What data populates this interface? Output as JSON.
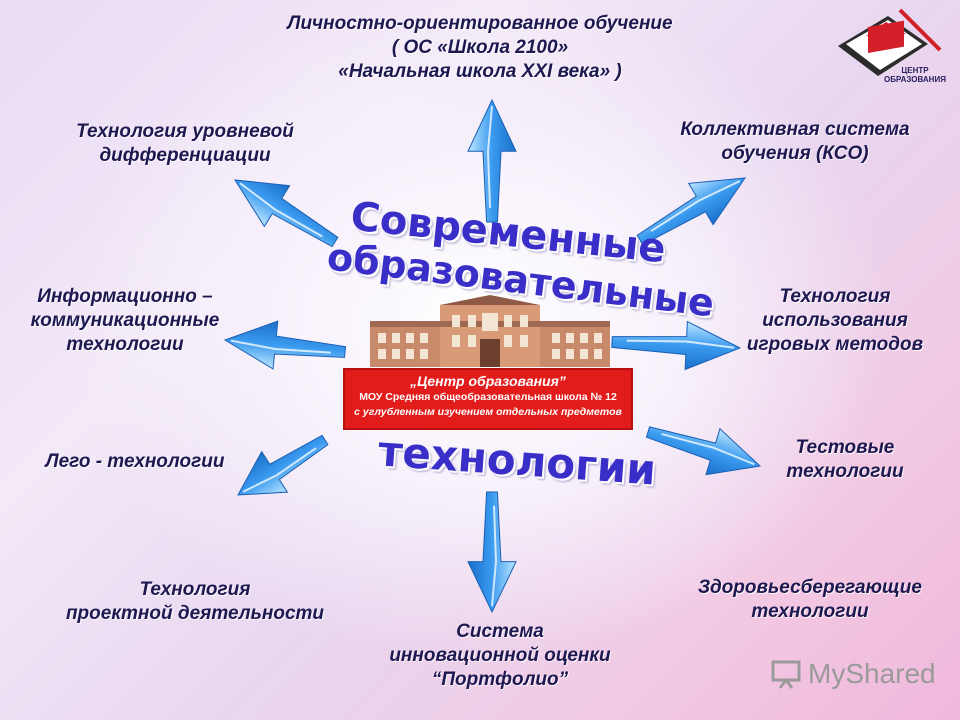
{
  "center": {
    "title_line1": "Современные",
    "title_line2": "образовательные",
    "title_line3": "технологии",
    "banner_line1": "„Центр образования”",
    "banner_line2": "МОУ Средняя общеобразовательная школа № 12",
    "banner_line3": "с углубленным изучением отдельных предметов"
  },
  "nodes": {
    "top": [
      "Личностно-ориентированное обучение",
      "( ОС «Школа 2100»",
      "«Начальная школа XXI века» )"
    ],
    "top_left": [
      "Технология уровневой",
      "дифференциации"
    ],
    "top_right": [
      "Коллективная система",
      "обучения   (КСО)"
    ],
    "left": [
      "Информационно –",
      "коммуникационные",
      "технологии"
    ],
    "right": [
      "Технология",
      "использования",
      "игровых методов"
    ],
    "lower_left": [
      "Лего - технологии"
    ],
    "lower_right": [
      "Тестовые",
      "технологии"
    ],
    "bottom_left": [
      "Технология",
      "проектной деятельности"
    ],
    "bottom_right": [
      "Здоровьесберегающие",
      "технологии"
    ],
    "bottom": [
      "Система",
      "инновационной оценки",
      "“Портфолио”"
    ]
  },
  "logo": {
    "text_line1": "ЦЕНТР",
    "text_line2": "ОБРАЗОВАНИЯ"
  },
  "watermark": {
    "text": "MyShared"
  },
  "colors": {
    "label": "#1d1850",
    "title": "#3a2ec8",
    "arrow": "#2f8fe6",
    "banner": "#e21b1b"
  }
}
